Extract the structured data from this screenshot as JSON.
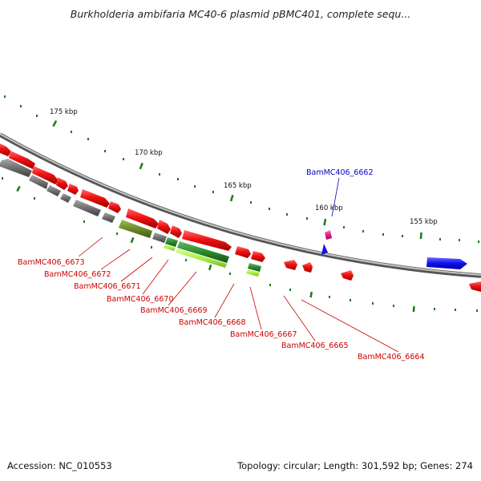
{
  "header": {
    "title": "Burkholderia ambifaria MC40-6 plasmid pBMC401, complete sequ..."
  },
  "footer": {
    "accession": "Accession: NC_010553",
    "topology": "Topology: circular; Length: 301,592 bp; Genes: 274"
  },
  "scale_ticks": [
    {
      "label": "175 kbp"
    },
    {
      "label": "170 kbp"
    },
    {
      "label": "165 kbp"
    },
    {
      "label": "160 kbp"
    },
    {
      "label": "155 kbp"
    }
  ],
  "gene_labels": [
    {
      "text": "BamMC406_6662",
      "color": "#0000cc"
    },
    {
      "text": "BamMC406_6673",
      "color": "#cc0000"
    },
    {
      "text": "BamMC406_6672",
      "color": "#cc0000"
    },
    {
      "text": "BamMC406_6671",
      "color": "#cc0000"
    },
    {
      "text": "BamMC406_6670",
      "color": "#cc0000"
    },
    {
      "text": "BamMC406_6669",
      "color": "#cc0000"
    },
    {
      "text": "BamMC406_6668",
      "color": "#cc0000"
    },
    {
      "text": "BamMC406_6667",
      "color": "#cc0000"
    },
    {
      "text": "BamMC406_6665",
      "color": "#cc0000"
    },
    {
      "text": "BamMC406_6664",
      "color": "#cc0000"
    }
  ],
  "colors": {
    "backbone": "#8a8a8a",
    "gene_red": "#ee1111",
    "gene_grey": "#707070",
    "gene_green": "#2a8a2a",
    "gene_lime": "#aaee44",
    "gene_olive": "#6b8a2a",
    "gene_blue": "#1010ee",
    "gene_magenta": "#e0208a",
    "tick_green": "#1a7a1a"
  }
}
